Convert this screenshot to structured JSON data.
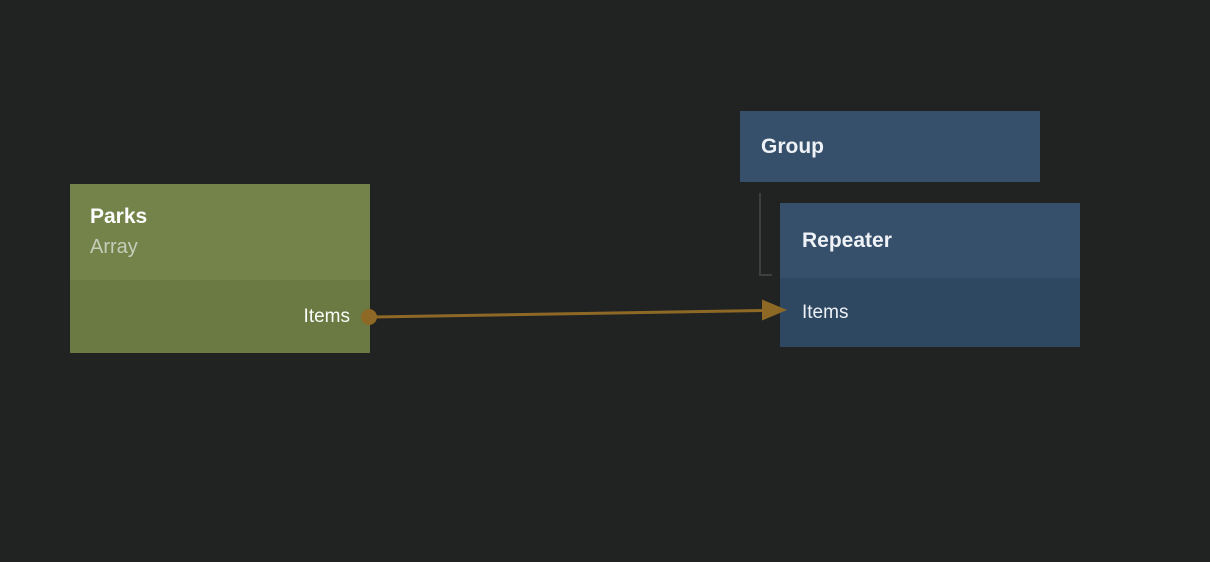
{
  "canvas": {
    "background": "#212222"
  },
  "nodes": {
    "parks": {
      "title": "Parks",
      "subtitle": "Array",
      "port_label": "Items",
      "header_color": "#748349",
      "body_color": "#6b7943"
    },
    "group": {
      "title": "Group",
      "color": "#36506c"
    },
    "repeater": {
      "title": "Repeater",
      "port_label": "Items",
      "header_color": "#36506c",
      "body_color": "#2f4862"
    }
  },
  "connection": {
    "from_node": "Parks",
    "from_port": "Items",
    "to_node": "Repeater",
    "to_port": "Items",
    "color": "#8e6925"
  },
  "hierarchy_connector": {
    "from_node": "Group",
    "to_node": "Repeater",
    "color": "#3e3e3e"
  }
}
